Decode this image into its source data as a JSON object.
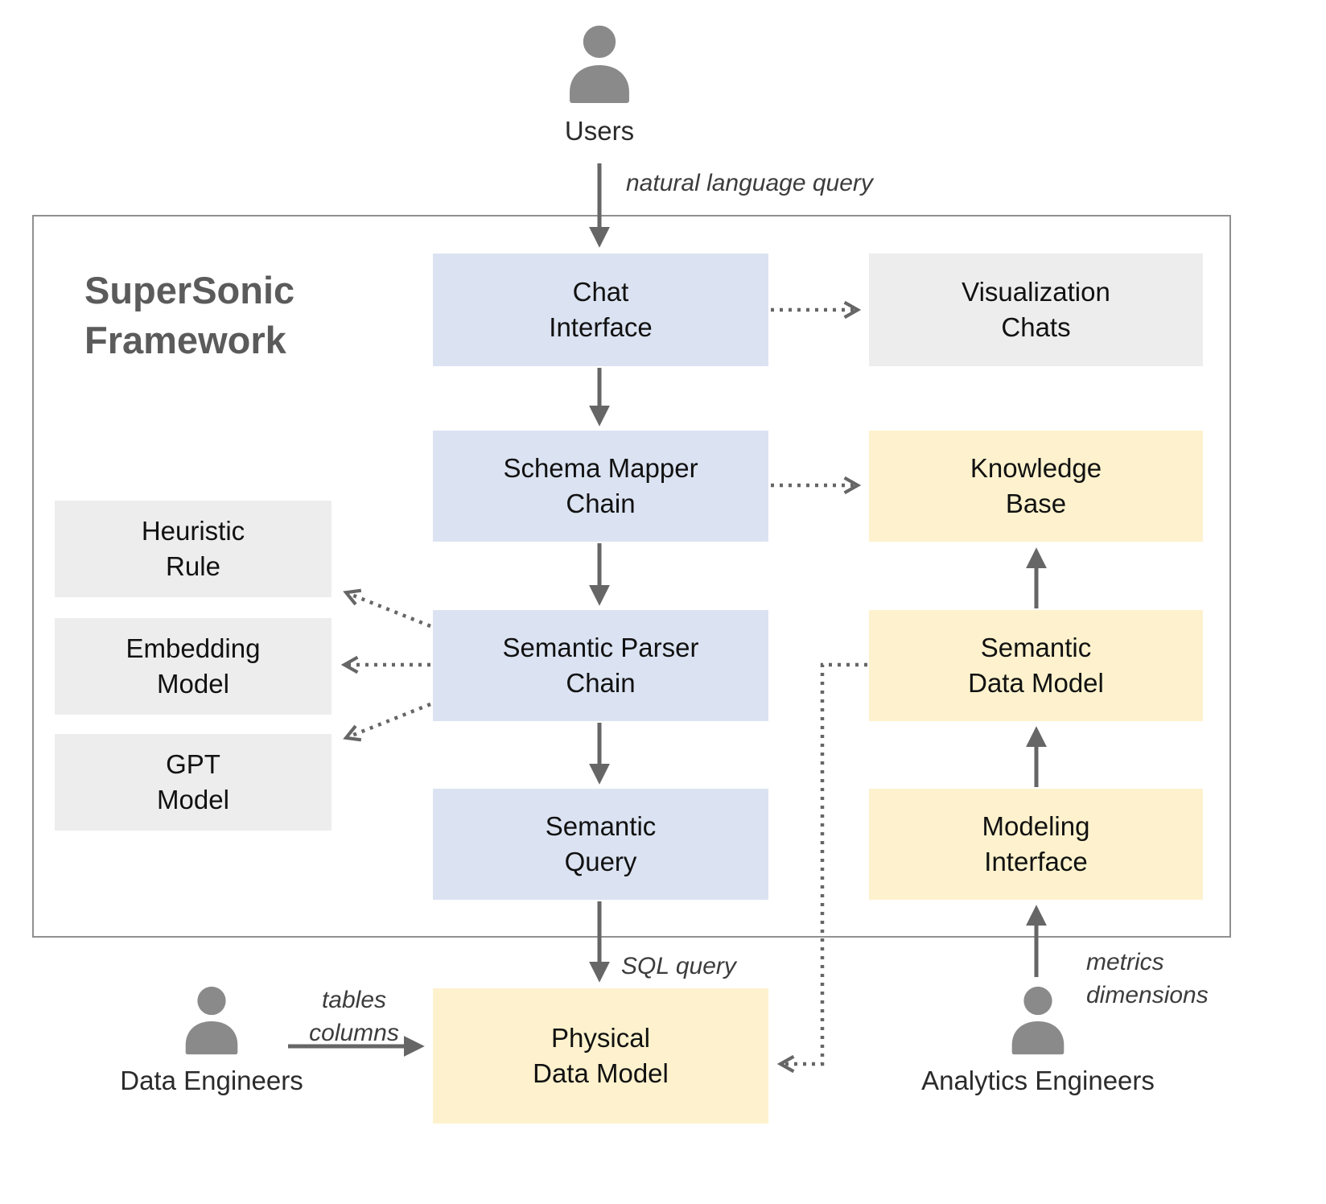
{
  "title": "SuperSonic\nFramework",
  "actors": {
    "users": {
      "label": "Users"
    },
    "data_engineers": {
      "label": "Data Engineers"
    },
    "analytics_engineers": {
      "label": "Analytics Engineers"
    }
  },
  "nodes": {
    "chat_interface": {
      "label": "Chat\nInterface"
    },
    "visualization_chats": {
      "label": "Visualization\nChats"
    },
    "schema_mapper_chain": {
      "label": "Schema Mapper\nChain"
    },
    "knowledge_base": {
      "label": "Knowledge\nBase"
    },
    "heuristic_rule": {
      "label": "Heuristic\nRule"
    },
    "embedding_model": {
      "label": "Embedding\nModel"
    },
    "gpt_model": {
      "label": "GPT\nModel"
    },
    "semantic_parser_chain": {
      "label": "Semantic Parser\nChain"
    },
    "semantic_data_model": {
      "label": "Semantic\nData Model"
    },
    "semantic_query": {
      "label": "Semantic\nQuery"
    },
    "modeling_interface": {
      "label": "Modeling\nInterface"
    },
    "physical_data_model": {
      "label": "Physical\nData Model"
    }
  },
  "edge_labels": {
    "natural_language_query": "natural language query",
    "sql_query": "SQL query",
    "tables_columns": "tables\ncolumns",
    "metrics_dimensions": "metrics\ndimensions"
  },
  "colors": {
    "blue_node": "#dbe3f2",
    "yellow_node": "#fdf2cd",
    "gray_node": "#ededed",
    "arrow": "#666666",
    "border": "#909090",
    "title_text": "#5b5b5b",
    "icon": "#8a8a8a"
  }
}
